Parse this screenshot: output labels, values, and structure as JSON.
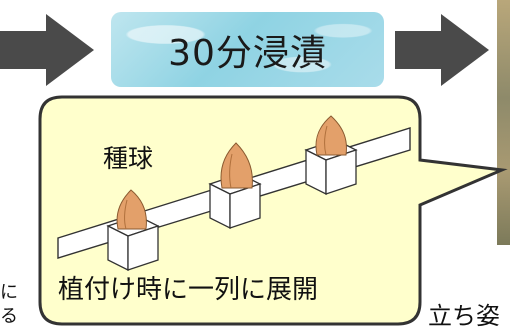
{
  "soak": {
    "label": "30分浸漬"
  },
  "callout": {
    "bulb_label": "種球",
    "caption": "植付け時に一列に展開"
  },
  "edge_text": {
    "left_top": "に",
    "left_bottom": "る",
    "right_bottom": "立ち姿"
  },
  "colors": {
    "arrow": "#4a4a4a",
    "callout_fill": "#ffffcc",
    "callout_stroke": "#333333",
    "soak_box": "#9fd8e6",
    "bulb": "#e3a06a"
  },
  "icons": [
    "right-arrow-icon",
    "bulb-icon"
  ]
}
